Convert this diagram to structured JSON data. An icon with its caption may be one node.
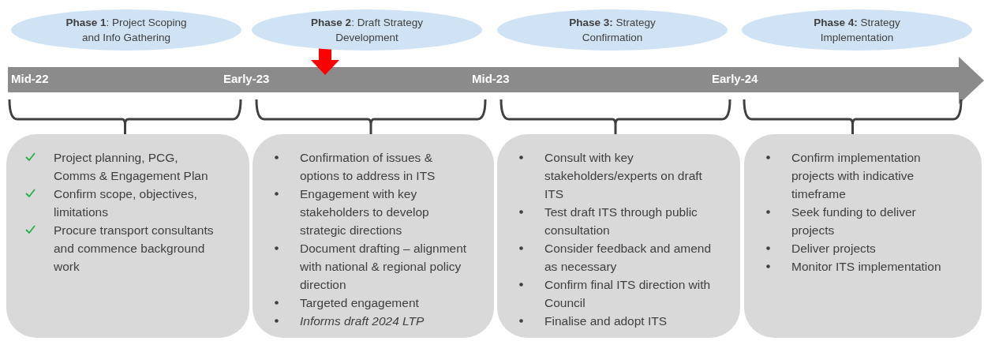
{
  "diagram": {
    "nodes": [
      {
        "text": [
          "**Phase 1**: Project Scoping and Info Gathering"
        ]
      },
      {
        "text": [
          "**Phase 2**: Draft Strategy Development"
        ]
      },
      {
        "text": [
          "**Phase 3:** Strategy Confirmation"
        ]
      },
      {
        "text": [
          "**Phase 4:** Strategy Implementation"
        ]
      },
      {
        "text": [
          "Project planning, PCG, Comms & Engagement Plan",
          "Confirm scope, objectives, limitations",
          "Procure transport consultants and commence background work"
        ]
      },
      {
        "text": [
          "Confirmation of issues & options to address in ITS",
          "Engagement with key stakeholders to develop strategic directions",
          "Document drafting – alignment with national & regional policy direction",
          "Targeted engagement",
          "*Informs draft 2024 LTP*"
        ]
      },
      {
        "text": [
          "Consult with key stakeholders/experts on draft ITS",
          "Test draft ITS through public consultation",
          "Consider feedback and amend as necessary",
          "Confirm final ITS direction with Council",
          "Finalise and adopt ITS"
        ]
      },
      {
        "text": [
          "Confirm implementation projects with indicative timeframe",
          "Seek funding to deliver projects",
          "Deliver projects",
          "Monitor ITS implementation"
        ]
      }
    ],
    "labels": [
      "Mid-22",
      "Early-23",
      "Mid-23",
      "Early-24"
    ]
  }
}
